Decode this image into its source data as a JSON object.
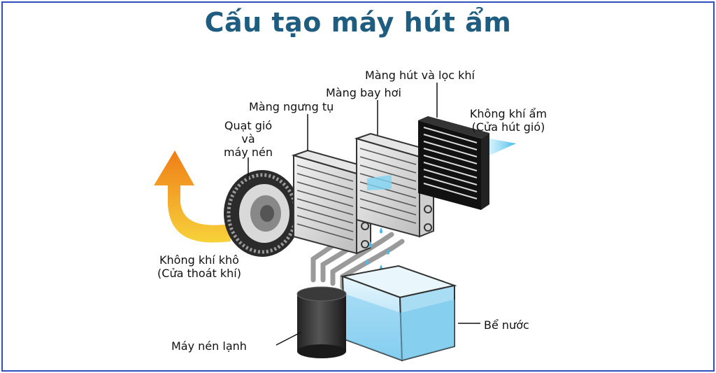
{
  "title": "Cấu tạo máy hút ẩm",
  "labels": {
    "filter_membrane": "Màng hút và lọc khí",
    "evaporator": "Màng bay hơi",
    "condenser": "Màng ngưng tụ",
    "fan_line1": "Quạt gió",
    "fan_line2": "và",
    "fan_line3": "máy nén",
    "humid_air_line1": "Không khí ẩm",
    "humid_air_line2": "(Cửa hút gió)",
    "dry_air_line1": "Không khí khô",
    "dry_air_line2": "(Cửa thoát khí)",
    "compressor": "Máy nén lạnh",
    "water_tank": "Bể nước"
  },
  "colors": {
    "title": "#1f5d80",
    "frame": "#2f4fbf",
    "arrow_orange": "#f08a1c",
    "arrow_yellow": "#f5e04a",
    "air_blue": "#5bc8ee",
    "water": "#bfe6f7"
  }
}
